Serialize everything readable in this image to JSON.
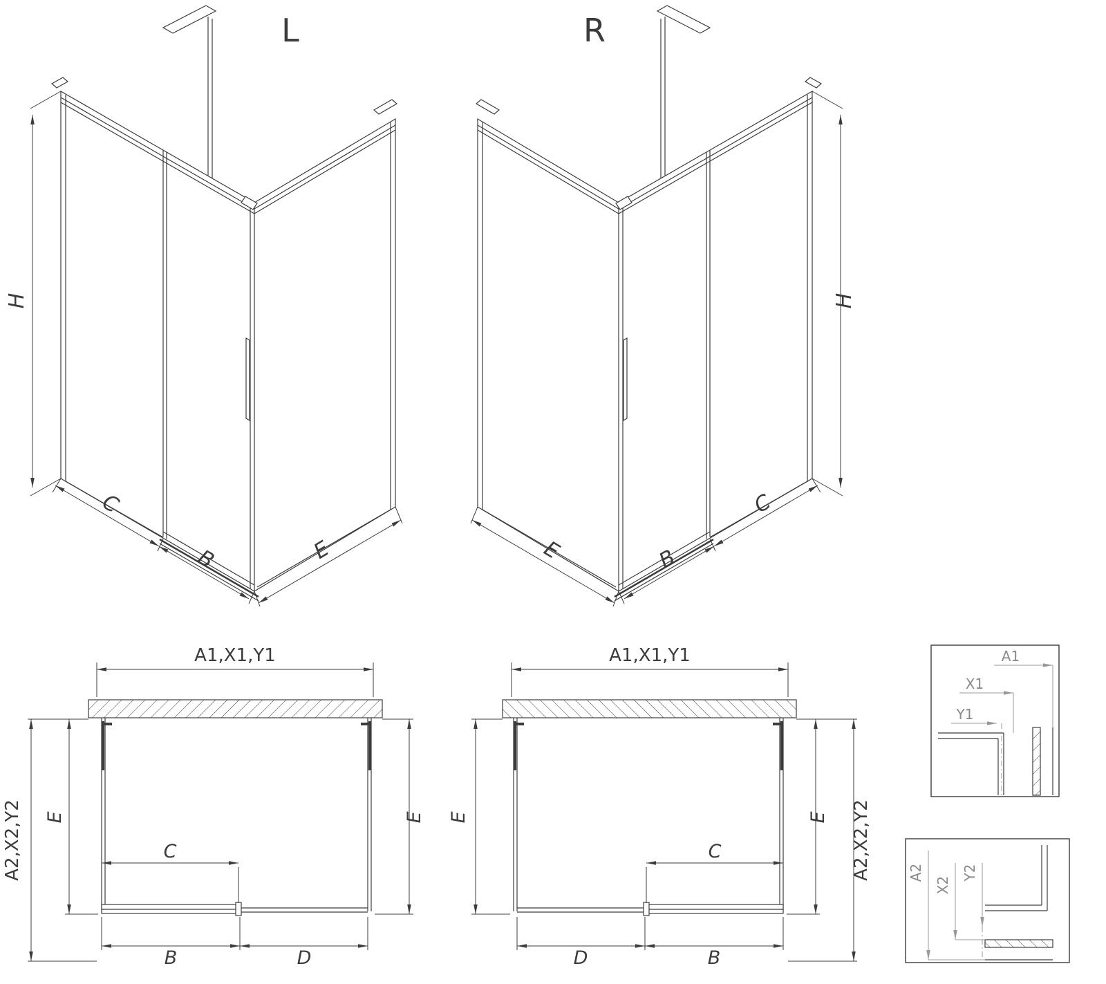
{
  "diagram": {
    "colors": {
      "line": "#3c3c3c",
      "leader": "#999999",
      "background": "#ffffff"
    },
    "iso_left": {
      "title": "L",
      "dim_h": "H",
      "dim_c": "C",
      "dim_b": "B",
      "dim_e": "E"
    },
    "iso_right": {
      "title": "R",
      "dim_h": "H",
      "dim_c": "C",
      "dim_b": "B",
      "dim_e": "E"
    },
    "plan_left": {
      "dim_top": "A1,X1,Y1",
      "dim_side": "A2,X2,Y2",
      "dim_e_left": "E",
      "dim_e_right": "E",
      "dim_c": "C",
      "dim_b": "B",
      "dim_d": "D"
    },
    "plan_right": {
      "dim_top": "A1,X1,Y1",
      "dim_side": "A2,X2,Y2",
      "dim_e_left": "E",
      "dim_e_right": "E",
      "dim_c": "C",
      "dim_b": "B",
      "dim_d": "D"
    },
    "detail_top": {
      "dim_a1": "A1",
      "dim_x1": "X1",
      "dim_y1": "Y1"
    },
    "detail_bottom": {
      "dim_a2": "A2",
      "dim_x2": "X2",
      "dim_y2": "Y2"
    }
  }
}
